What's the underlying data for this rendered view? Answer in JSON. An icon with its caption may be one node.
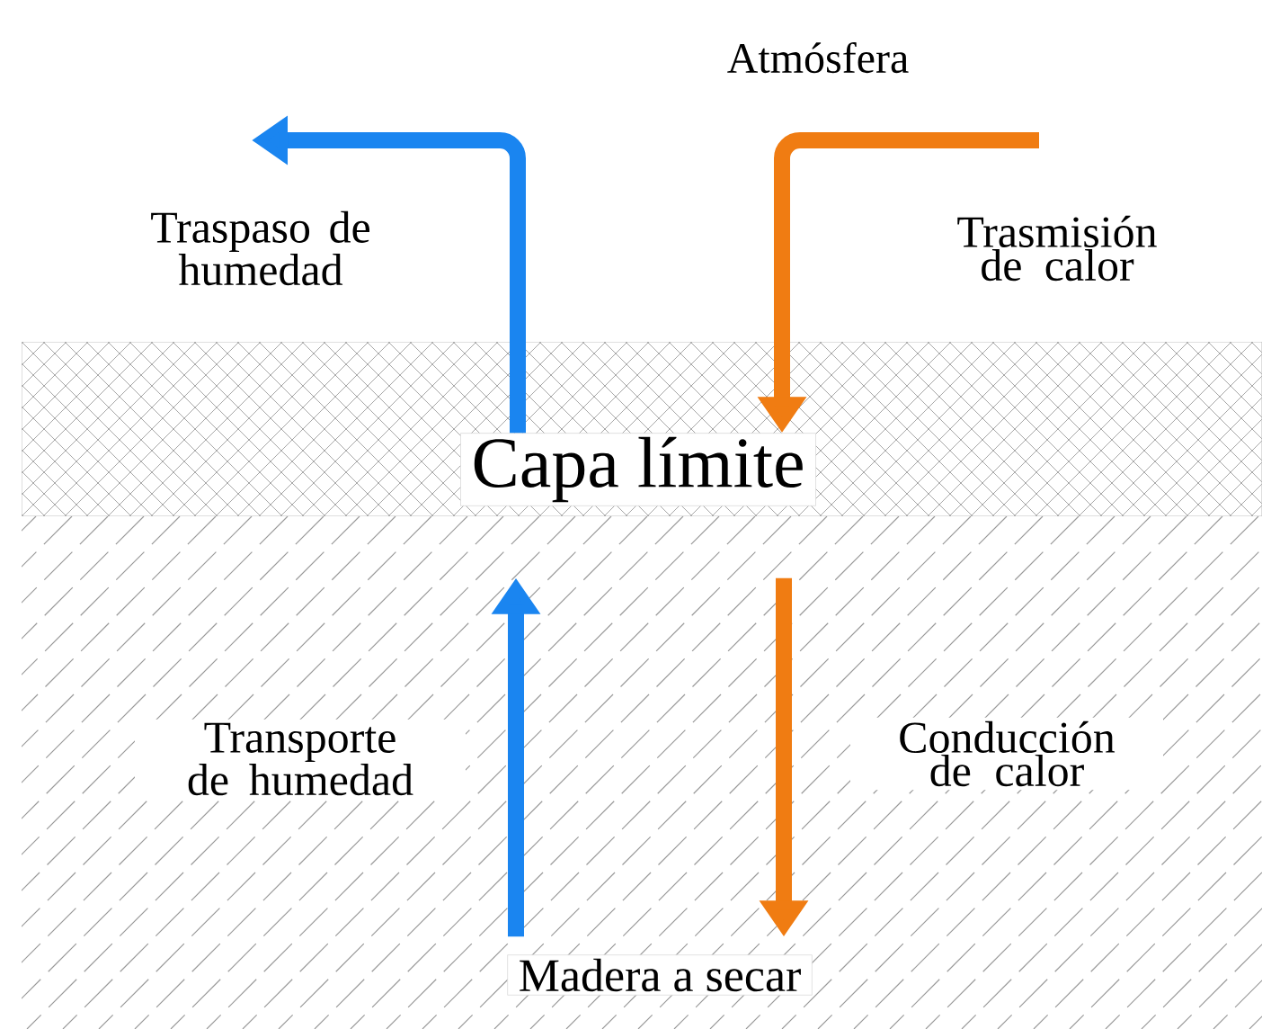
{
  "diagram": {
    "nodes": [
      {
        "text": [
          "Atmósfera"
        ]
      },
      {
        "text": [
          "Capa límite"
        ]
      },
      {
        "text": [
          "Madera a secar"
        ]
      }
    ],
    "edges": [
      {
        "from": 1,
        "to": null,
        "arrow": "to",
        "label": "Traspaso de humedad",
        "color": "#1a85f0"
      },
      {
        "from": null,
        "to": 1,
        "arrow": "to",
        "label": "Trasmisión de calor",
        "color": "#f07c12"
      },
      {
        "from": 2,
        "to": 1,
        "arrow": "to",
        "label": "Transporte de humedad",
        "color": "#1a85f0"
      },
      {
        "from": 1,
        "to": 2,
        "arrow": "to",
        "label": "Conducción de calor",
        "color": "#f07c12"
      }
    ]
  }
}
